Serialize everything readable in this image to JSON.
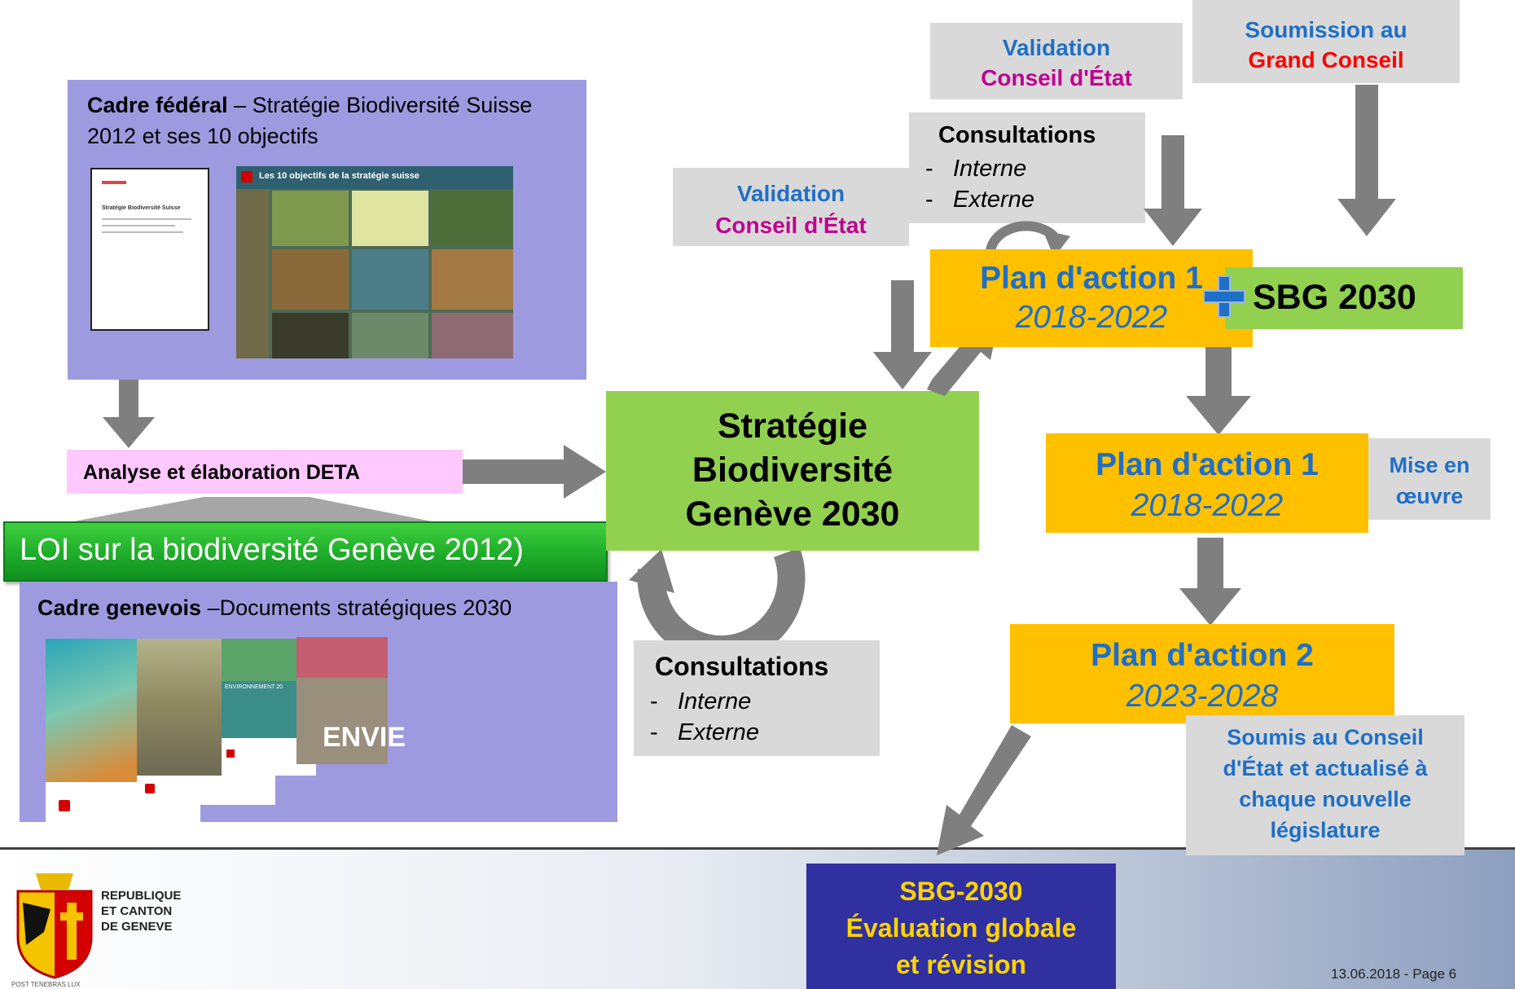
{
  "federal": {
    "title_bold": "Cadre fédéral",
    "title_rest": " – Stratégie Biodiversité Suisse 2012 et ses 10 objectifs",
    "poster_title": "Les 10 objectifs de la stratégie suisse",
    "doc_title": "Stratégie Biodiversité Suisse"
  },
  "analyse": {
    "label": "Analyse et élaboration DETA"
  },
  "loi": {
    "label": "LOI sur la biodiversité Genève 2012)"
  },
  "genevois": {
    "title_bold": "Cadre genevois",
    "title_rest": " –Documents stratégiques 2030",
    "poster_text": "ENVIE",
    "booklet_text": "ENVIRONNEMENT 20"
  },
  "strategie": {
    "lines": [
      "Stratégie",
      "Biodiversité",
      "Genève 2030"
    ]
  },
  "consultations_bottom": {
    "title": "Consultations",
    "items": [
      "Interne",
      "Externe"
    ],
    "dash": "-"
  },
  "consultations_top": {
    "title": "Consultations",
    "items": [
      "Interne",
      "Externe"
    ],
    "dash": "-"
  },
  "validation_left": {
    "line1": "Validation",
    "line2": "Conseil d'État"
  },
  "validation_top": {
    "line1": "Validation",
    "line2": "Conseil d'État"
  },
  "soumission": {
    "line1": "Soumission au",
    "line2": "Grand Conseil"
  },
  "plan_top": {
    "title": "Plan d'action 1",
    "dates": "2018-2022"
  },
  "plus_sign": "+",
  "sbg": {
    "label": "SBG 2030"
  },
  "plan_mid": {
    "title": "Plan d'action 1",
    "dates": "2018-2022"
  },
  "mise": {
    "line1": "Mise en",
    "line2": "œuvre"
  },
  "plan2": {
    "title": "Plan d'action 2",
    "dates": "2023-2028"
  },
  "soumis": {
    "lines": [
      "Soumis au Conseil",
      "d'État et actualisé à",
      "chaque nouvelle",
      "législature"
    ]
  },
  "eval": {
    "lines": [
      "SBG-2030",
      "Évaluation globale",
      "et révision"
    ]
  },
  "logo": {
    "lines": [
      "REPUBLIQUE",
      "ET CANTON",
      "DE GENEVE"
    ],
    "motto": "POST TENEBRAS LUX"
  },
  "footer": {
    "page": "13.06.2018 - Page 6"
  },
  "colors": {
    "gray_box": "#d9d9d9",
    "purple_box": "#9e9ae0",
    "orange_box": "#ffc000",
    "green_box": "#92d050",
    "arrow": "#7f7f7f",
    "blue_text": "#1f6fc6",
    "magenta_text": "#c00090",
    "red_text": "#ff0000",
    "eval_box": "#3030a0"
  }
}
